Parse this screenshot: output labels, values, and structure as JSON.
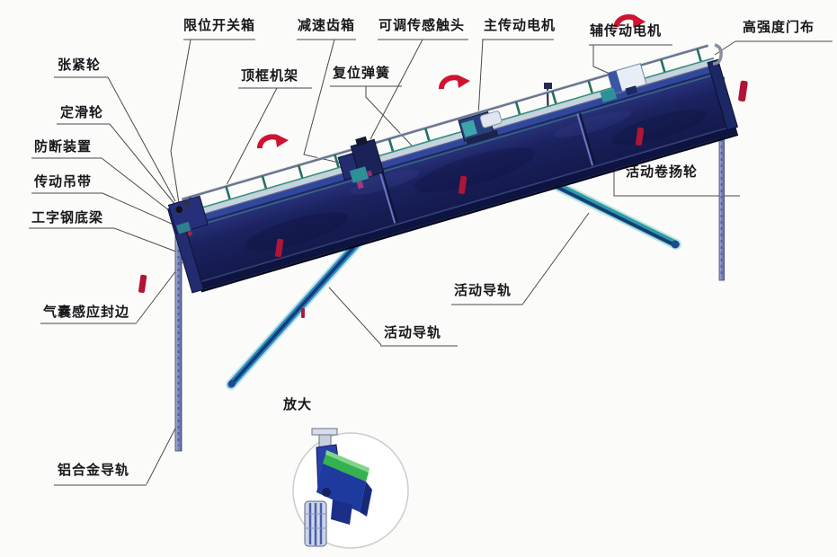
{
  "diagram": {
    "type": "labeled technical diagram of a high-speed industrial door mechanism",
    "background": "#fbfbf9",
    "colors": {
      "curtain_navy": "#1b2260",
      "frame_blue": "#31479b",
      "walkway_gray": "#c6d2de",
      "rail_teal": "#2f9aa8",
      "post_blue": "#8a94c4",
      "marker_red": "#b01535",
      "arrow_red": "#ce1430",
      "leader_line": "#4a4a4a",
      "label_text": "#17171c"
    },
    "labels": [
      {
        "name": "limit-switch-box",
        "text": "限位开关箱"
      },
      {
        "name": "reduction-gearbox",
        "text": "减速齿箱"
      },
      {
        "name": "adjustable-sensor-contact",
        "text": "可调传感触头"
      },
      {
        "name": "main-drive-motor",
        "text": "主传动电机"
      },
      {
        "name": "aux-drive-motor",
        "text": "辅传动电机"
      },
      {
        "name": "high-strength-door-fabric",
        "text": "高强度门布"
      },
      {
        "name": "tension-wheel",
        "text": "张紧轮"
      },
      {
        "name": "top-frame-rack",
        "text": "顶框机架"
      },
      {
        "name": "return-spring",
        "text": "复位弹簧"
      },
      {
        "name": "fixed-pulley",
        "text": "定滑轮"
      },
      {
        "name": "anti-break-device",
        "text": "防断装置"
      },
      {
        "name": "drive-strap",
        "text": "传动吊带"
      },
      {
        "name": "i-beam-bottom-rail",
        "text": "工字钢底梁"
      },
      {
        "name": "airbag-sensing-edge",
        "text": "气囊感应封边"
      },
      {
        "name": "aluminum-guide-rail",
        "text": "铝合金导轨"
      },
      {
        "name": "movable-winch-wheel",
        "text": "活动卷扬轮"
      },
      {
        "name": "movable-guide-rail-right",
        "text": "活动导轨"
      },
      {
        "name": "movable-guide-rail-mid",
        "text": "活动导轨"
      },
      {
        "name": "magnified-view",
        "text": "放大"
      }
    ]
  }
}
